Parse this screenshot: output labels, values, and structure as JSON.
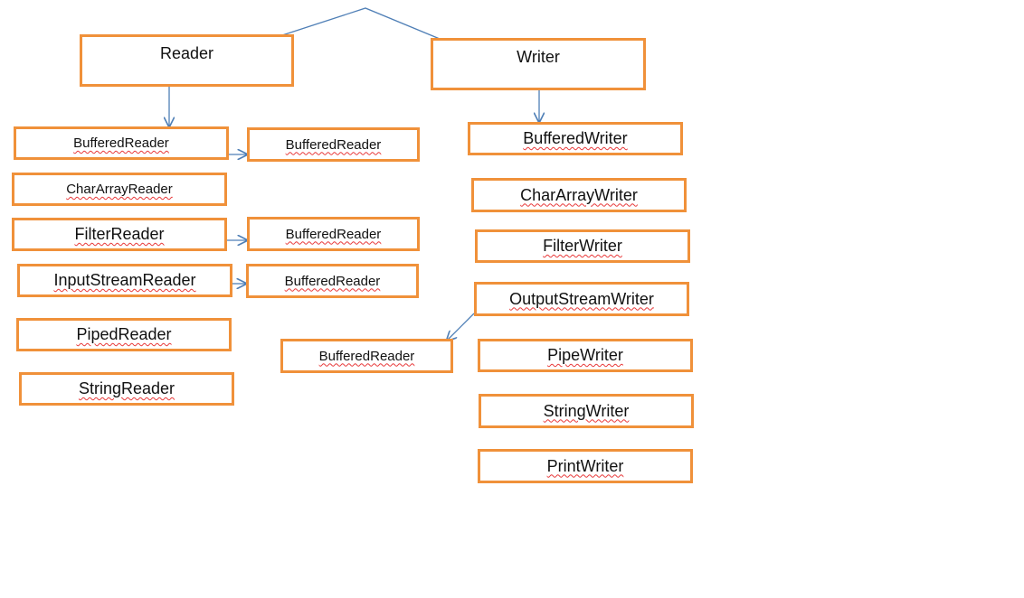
{
  "root_boxes": {
    "reader": "Reader",
    "writer": "Writer"
  },
  "reader_classes": [
    "BufferedReader",
    "CharArrayReader",
    "FilterReader",
    "InputStreamReader",
    "PipedReader",
    "StringReader"
  ],
  "reader_subclasses": [
    "BufferedReader",
    "BufferedReader",
    "BufferedReader"
  ],
  "writer_classes": [
    "BufferedWriter",
    "CharArrayWriter",
    "FilterWriter",
    "OutputStreamWriter",
    "PipeWriter",
    "StringWriter",
    "PrintWriter"
  ],
  "writer_subclass": "BufferedReader",
  "colors": {
    "box_border": "#f0913a",
    "connector": "#4f7fb6",
    "spellcheck_underline": "#e8393a"
  }
}
